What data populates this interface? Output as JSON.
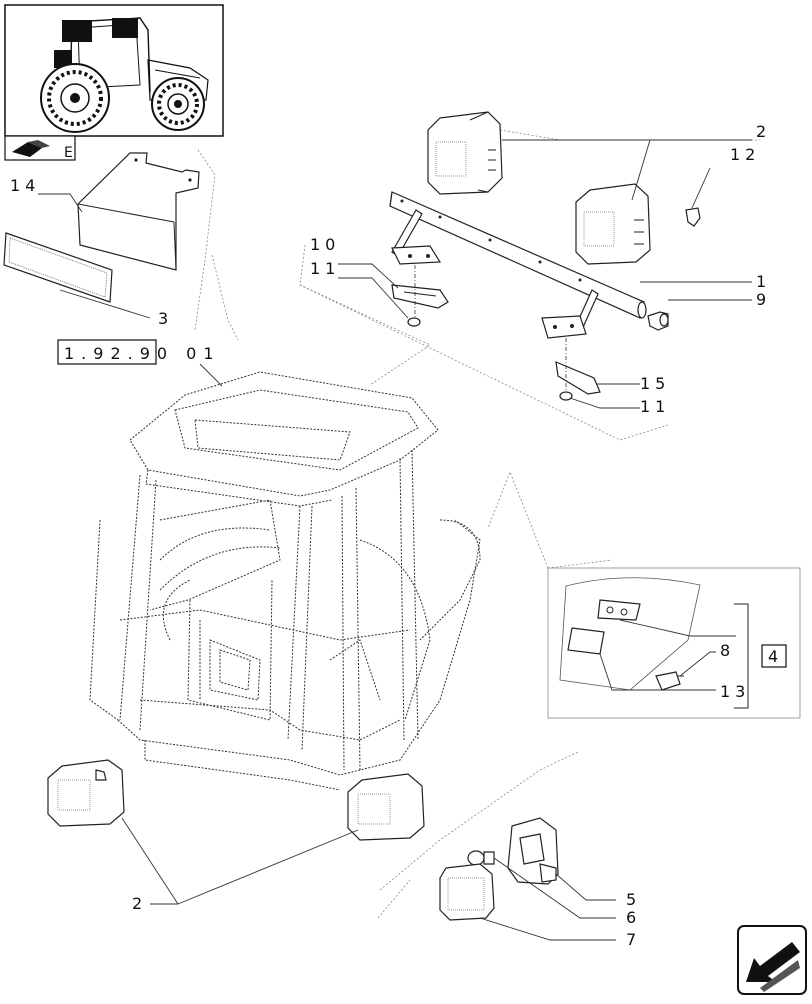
{
  "labels": {
    "l1": "1",
    "l2": "2",
    "l3": "3",
    "l4": "4",
    "l5": "5",
    "l6": "6",
    "l7": "7",
    "l8": "8",
    "l9": "9",
    "l10": "10",
    "l11a": "11",
    "l11b": "11",
    "l12": "12",
    "l13": "13",
    "l14": "14",
    "l15": "15",
    "l2b": "2"
  },
  "reference": "1.92.90 01",
  "thumbnail_letter": "E",
  "icons": {
    "thumbnail_book": "open-book-icon",
    "nav_arrow": "next-page-arrow-icon"
  }
}
